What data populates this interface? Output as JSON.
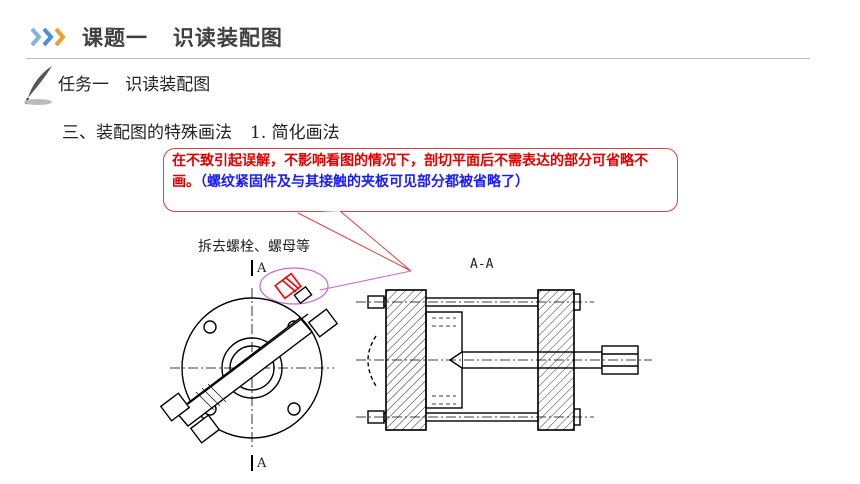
{
  "header": {
    "chevron_icon": "triple-chevron-right-icon",
    "course_title": "课题一   识读装配图",
    "accent_color": "#4a90d9"
  },
  "task": {
    "icon": "quill-pen-icon",
    "title": "任务一   识读装配图"
  },
  "section": {
    "title": "三、装配图的特殊画法",
    "subtitle": "1. 简化画法"
  },
  "callout": {
    "text_red": "在不致引起误解，不影响看图的情况下，剖切平面后不需表达的部分可省略不画。",
    "text_blue": "（螺纹紧固件及与其接触的夹板可见部分都被省略了）",
    "border_color": "#e04040"
  },
  "drawing": {
    "label_removed": "拆去螺栓、螺母等",
    "section_mark_top": "A",
    "section_mark_bottom": "A",
    "section_view_title": "A-A",
    "highlight_color": "#ff0000",
    "ellipse_color": "#cc66cc"
  }
}
